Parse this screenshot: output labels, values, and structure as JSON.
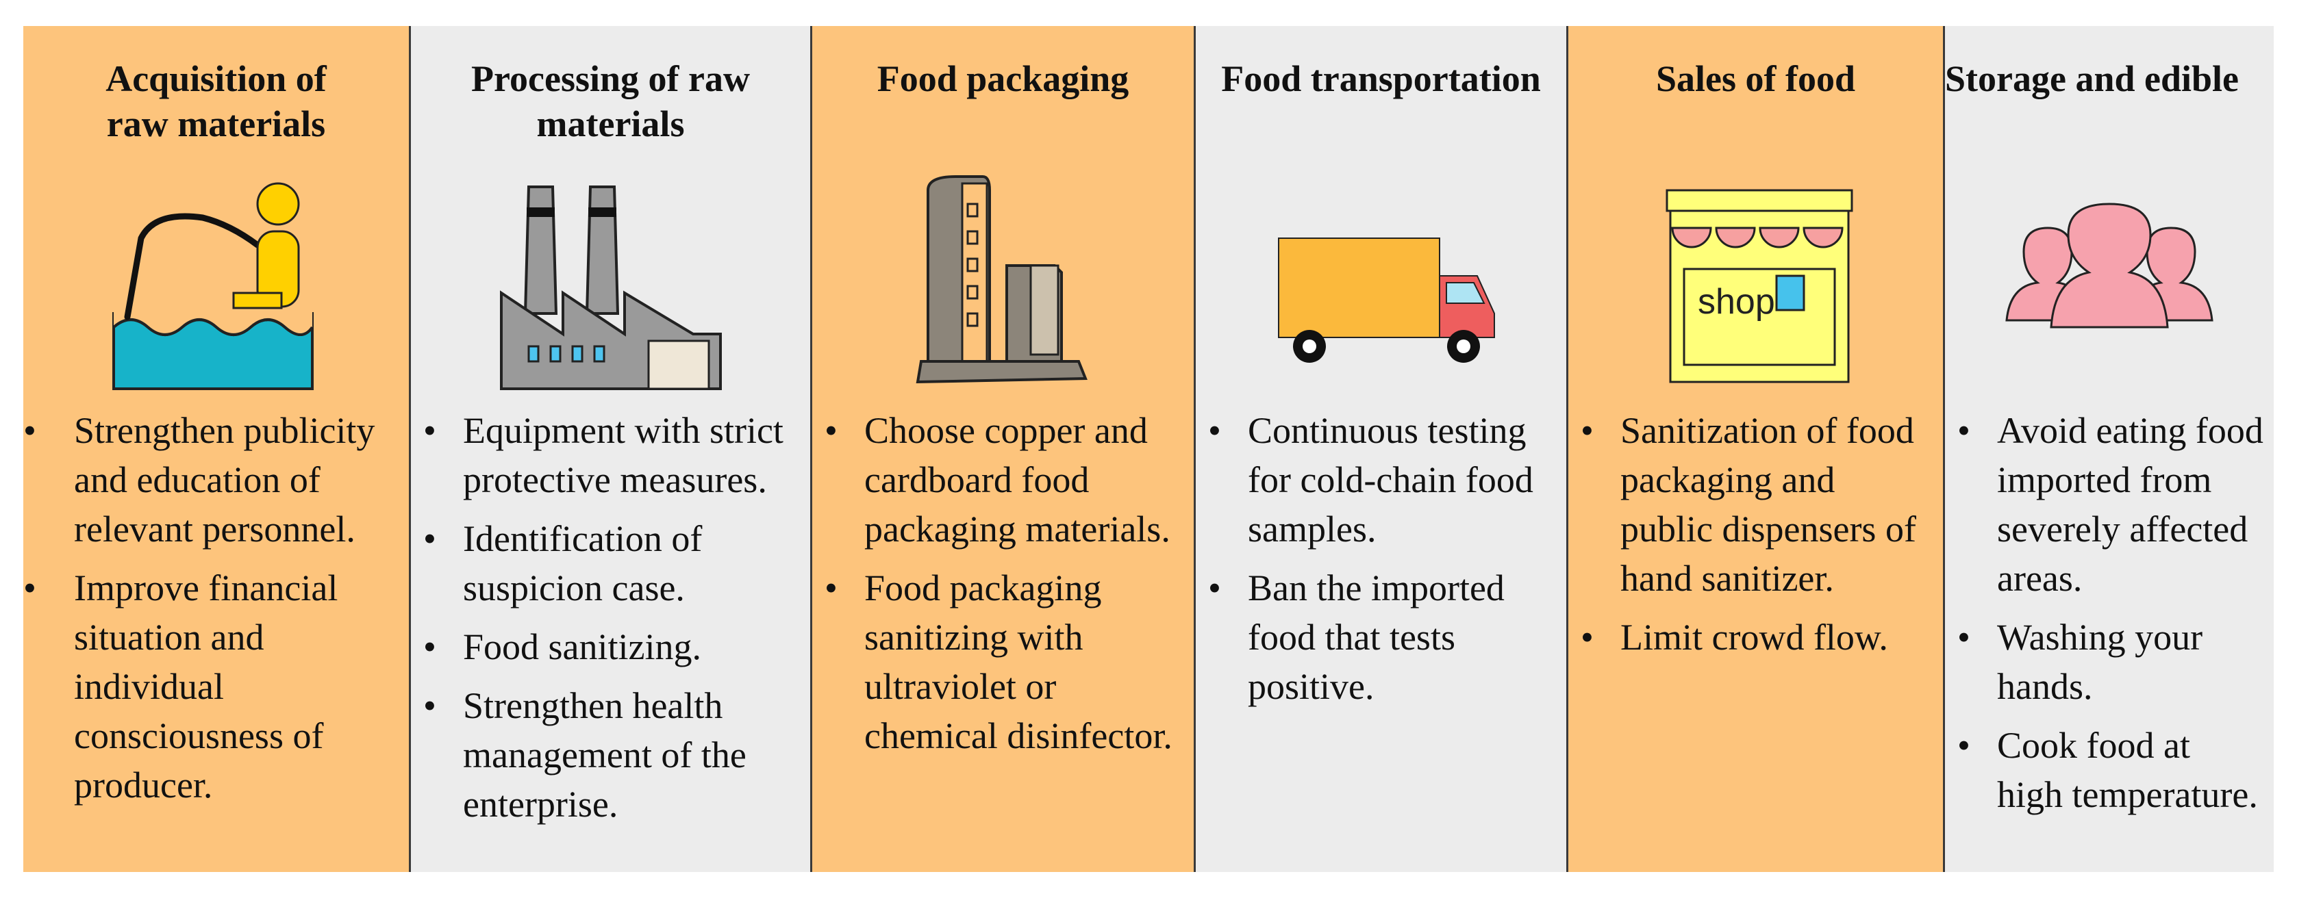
{
  "stages": [
    {
      "title": "Acquisition of\nraw materials",
      "icon": "fishing-person-icon",
      "bullets": [
        "Strengthen publicity and education of relevant personnel.",
        "Improve financial situation and individual consciousness of producer."
      ]
    },
    {
      "title": "Processing of raw\nmaterials",
      "icon": "factory-icon",
      "bullets": [
        "Equipment with strict protective measures.",
        "Identification of suspicion case.",
        "Food sanitizing.",
        "Strengthen health management of the enterprise."
      ]
    },
    {
      "title": "Food packaging",
      "icon": "packaging-plant-icon",
      "bullets": [
        "Choose copper and cardboard food packaging materials.",
        "Food packaging sanitizing with ultraviolet or chemical disinfector."
      ]
    },
    {
      "title": "Food transportation",
      "icon": "truck-icon",
      "bullets": [
        "Continuous testing for cold-chain food samples.",
        "Ban the imported food that tests positive."
      ]
    },
    {
      "title": "Sales of food",
      "icon": "shop-icon",
      "shop_sign": "shop",
      "bullets": [
        "Sanitization of food packaging and public dispensers of hand sanitizer.",
        "Limit crowd flow."
      ]
    },
    {
      "title": "Storage and edible",
      "icon": "people-group-icon",
      "bullets": [
        "Avoid eating food imported from severely affected areas.",
        "Washing your hands.",
        "Cook food at high temperature."
      ]
    }
  ]
}
